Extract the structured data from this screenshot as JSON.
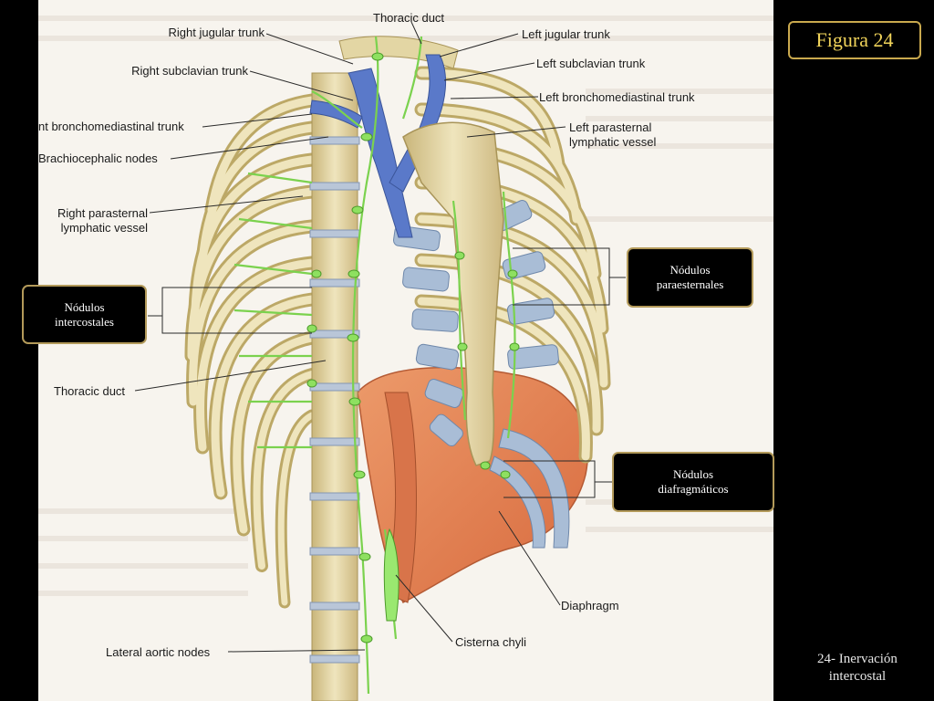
{
  "figure_badge": "Figura 24",
  "caption": {
    "line1": "24- Inervación",
    "line2": "intercostal"
  },
  "labels": {
    "thoracic_duct_top": "Thoracic duct",
    "right_jugular_trunk": "Right jugular trunk",
    "right_subclavian_trunk": "Right subclavian trunk",
    "right_bronchomediastinal_trunk": "nt bronchomediastinal trunk",
    "brachiocephalic_nodes": "Brachiocephalic nodes",
    "right_parasternal_1": "Right parasternal",
    "right_parasternal_2": "lymphatic vessel",
    "thoracic_duct_left": "Thoracic duct",
    "lateral_aortic_nodes": "Lateral aortic nodes",
    "left_jugular_trunk": "Left jugular trunk",
    "left_subclavian_trunk": "Left subclavian trunk",
    "left_bronchomediastinal_trunk": "Left bronchomediastinal trunk",
    "left_parasternal_1": "Left parasternal",
    "left_parasternal_2": "lymphatic vessel",
    "diaphragm": "Diaphragm",
    "cisterna_chyli": "Cisterna chyli"
  },
  "callouts": {
    "intercostales": {
      "line1": "Nódulos",
      "line2": "intercostales"
    },
    "paraesternales": {
      "line1": "Nódulos",
      "line2": "paraesternales"
    },
    "diafragmaticos": {
      "line1": "Nódulos",
      "line2": "diafragmáticos"
    }
  },
  "colors": {
    "bone": "#e8dcae",
    "bone_shade": "#c9b57a",
    "cartilage": "#a9bdd6",
    "vein": "#5a79c9",
    "lymph": "#7bd24e",
    "muscle": "#e07a4e",
    "callout_border": "#b39a5a",
    "badge_text": "#f0d35a"
  }
}
